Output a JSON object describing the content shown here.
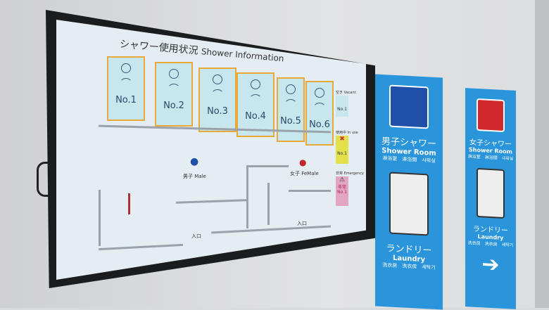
{
  "screen": {
    "title_ja": "シャワー使用状況",
    "title_en": "Shower Information",
    "stalls": [
      "No.1",
      "No.2",
      "No.3",
      "No.4",
      "No.5",
      "No.6"
    ],
    "male_label": "男子 Male",
    "female_label": "女子 FeMale",
    "entrance_1": "入口",
    "entrance_2": "入口",
    "legend": {
      "vacant_label": "空き Vacant",
      "vacant_no": "No.1",
      "inuse_label": "使用中 In use",
      "inuse_no": "No.1",
      "emergency_label": "非常 Emergency",
      "emergency_text": "非常",
      "emergency_no": "No.1"
    },
    "colors": {
      "vacant": "#c7e6ee",
      "inuse": "#e3e14a",
      "emergency": "#e2a6c0",
      "stall_border": "#e8a93a"
    }
  },
  "signs": {
    "male": {
      "ja": "男子シャワー",
      "en": "Shower Room",
      "ml": "淋浴室　淋浴間　샤워실"
    },
    "male_laundry": {
      "ja": "ランドリー",
      "en": "Laundry",
      "ml": "洗衣房　洗衣房　세탁기"
    },
    "female": {
      "ja": "女子シャワー",
      "en": "Shower Room",
      "ml": "淋浴室　淋浴間　샤워실"
    },
    "female_laundry": {
      "ja": "ランドリー",
      "en": "Laundry",
      "ml": "洗衣房　洗衣房　세탁기"
    },
    "colors": {
      "sign": "#2b95dc",
      "male_icon": "#1f4fa8",
      "female_icon": "#d0282c"
    }
  }
}
